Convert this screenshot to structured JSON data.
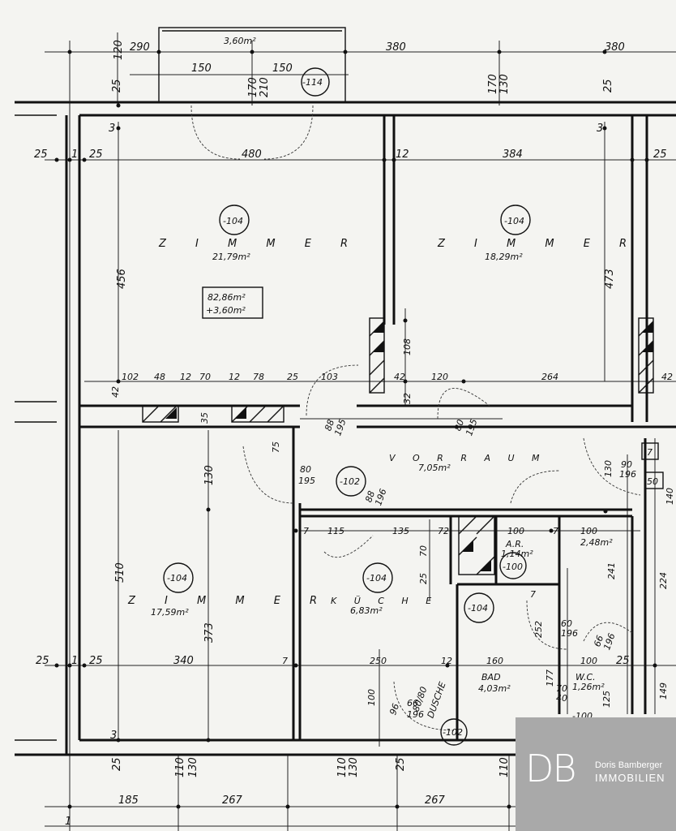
{
  "rooms": [
    {
      "id": "zimmer-1",
      "label": "Z I M M E R",
      "area": "21,79m²",
      "number": "-104"
    },
    {
      "id": "zimmer-2",
      "label": "Z I M M E R",
      "area": "18,29m²",
      "number": "-104"
    },
    {
      "id": "zimmer-3",
      "label": "Z I M M E R",
      "area": "17,59m²",
      "number": "-104"
    },
    {
      "id": "vorraum",
      "label": "V O R R A U M",
      "area": "7,05m²",
      "number": "-102"
    },
    {
      "id": "kueche",
      "label": "K Ü C H E",
      "area": "6,83m²",
      "number": "-104"
    },
    {
      "id": "bad",
      "label": "BAD",
      "area": "4,03m²",
      "number": "-104"
    },
    {
      "id": "ar",
      "label": "A.R.",
      "area": "1,14m²",
      "number": "-100"
    },
    {
      "id": "wc",
      "label": "W.C.",
      "area": "1,26m²",
      "number": "-100"
    },
    {
      "id": "gang",
      "label": "",
      "area": "2,48m²",
      "number": ""
    },
    {
      "id": "balkon",
      "label": "",
      "area": "3,60m²",
      "number": "-114"
    },
    {
      "id": "vorraum-2",
      "label": "",
      "area": "",
      "number": "-102"
    }
  ],
  "total_area": {
    "main": "82,86m²",
    "extra": "+3,60m²"
  },
  "dimensions_top": [
    "120",
    "290",
    "380",
    "380",
    "150",
    "150",
    "170",
    "210",
    "170",
    "130",
    "25",
    "25"
  ],
  "dimensions_inner": [
    "480",
    "384",
    "456",
    "473",
    "12",
    "25",
    "25",
    "1",
    "3",
    "3"
  ],
  "dimensions_mid": [
    "102",
    "48",
    "12",
    "70",
    "12",
    "78",
    "25",
    "103",
    "42",
    "120",
    "264",
    "42",
    "42",
    "108",
    "32",
    "35",
    "75",
    "80",
    "195",
    "88",
    "195",
    "80",
    "195",
    "88",
    "196"
  ],
  "dimensions_lower": [
    "130",
    "510",
    "373",
    "340",
    "115",
    "135",
    "100",
    "100",
    "72",
    "70",
    "25",
    "7",
    "7",
    "7",
    "7",
    "241",
    "224",
    "252",
    "250",
    "160",
    "66",
    "196",
    "100",
    "96",
    "149",
    "125",
    "140",
    "130",
    "90",
    "196",
    "60",
    "196",
    "66",
    "196",
    "100",
    "25",
    "25",
    "1",
    "3",
    "12",
    "177",
    "70",
    "40"
  ],
  "dimensions_bottom": [
    "185",
    "267",
    "267",
    "110",
    "130",
    "110",
    "130",
    "110",
    "25",
    "25",
    "1"
  ],
  "misc": {
    "plan_num_1": "7",
    "plan_num_2": "50",
    "dusche": "DUSCHE",
    "dusche_dim": "80/80"
  },
  "logo": {
    "mark": "DB",
    "name": "Doris Bamberger",
    "sub": "IMMOBILIEN"
  }
}
